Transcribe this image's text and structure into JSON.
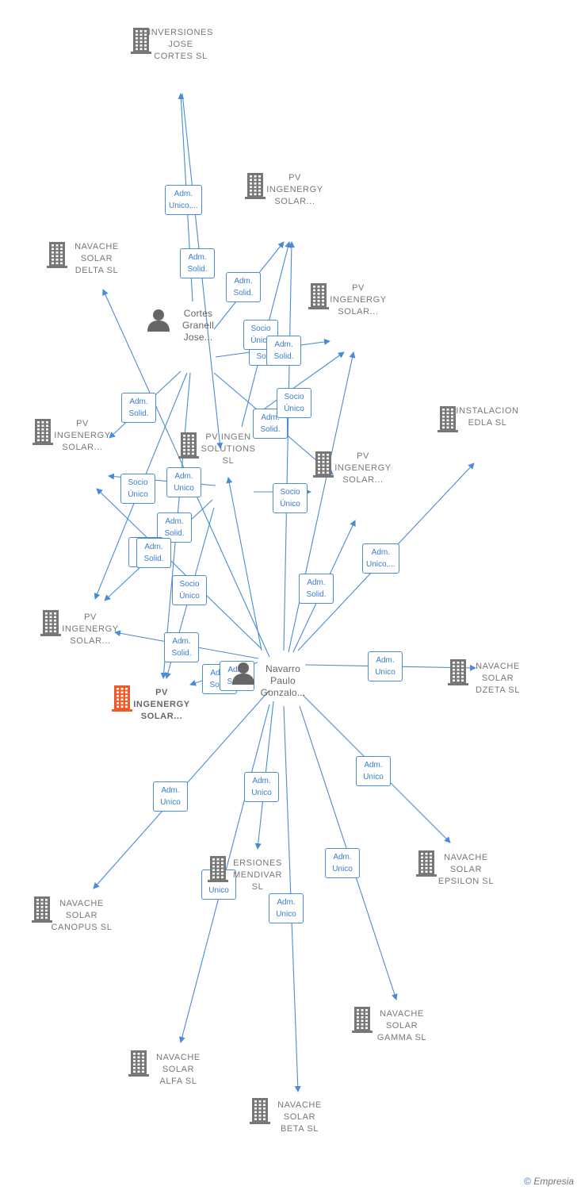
{
  "colors": {
    "edge": "#4a8bd6",
    "company": "#777777",
    "highlight": "#f05a28",
    "person": "#666666"
  },
  "nodes": [
    {
      "id": "inv_jose",
      "type": "company",
      "label": "INVERSIONES\nJOSE\nCORTES  SL",
      "label_pos": "above"
    },
    {
      "id": "pv_top",
      "type": "company",
      "label": "PV\nINGENERGY\nSOLAR...",
      "label_pos": "above"
    },
    {
      "id": "delta",
      "type": "company",
      "label": "NAVACHE\nSOLAR\nDELTA  SL",
      "label_pos": "above"
    },
    {
      "id": "pv_right1",
      "type": "company",
      "label": "PV\nINGENERGY\nSOLAR...",
      "label_pos": "above"
    },
    {
      "id": "cortes",
      "type": "person",
      "label": "Cortes\nGranell\nJose...",
      "label_pos": "above"
    },
    {
      "id": "instalacion",
      "type": "company",
      "label": "INSTALACION\nEDLA  SL",
      "label_pos": "above"
    },
    {
      "id": "pv_left1",
      "type": "company",
      "label": "PV\nINGENERGY\nSOLAR...",
      "label_pos": "above"
    },
    {
      "id": "pv_solutions",
      "type": "company",
      "label": "PV INGEN\nSOLUTIONS\nSL",
      "label_pos": "above"
    },
    {
      "id": "pv_right2",
      "type": "company",
      "label": "PV\nINGENERGY\nSOLAR...",
      "label_pos": "above"
    },
    {
      "id": "pv_left2",
      "type": "company",
      "label": "PV\nINGENERGY\nSOLAR...",
      "label_pos": "below"
    },
    {
      "id": "pv_main",
      "type": "company-highlight",
      "label": "PV\nINGENERGY\nSOLAR...",
      "label_pos": "below"
    },
    {
      "id": "navarro",
      "type": "person",
      "label": "Navarro\nPaulo\nGonzalo...",
      "label_pos": "below"
    },
    {
      "id": "dzeta",
      "type": "company",
      "label": "NAVACHE\nSOLAR\nDZETA  SL",
      "label_pos": "below"
    },
    {
      "id": "epsilon",
      "type": "company",
      "label": "NAVACHE\nSOLAR\nEPSILON  SL",
      "label_pos": "below"
    },
    {
      "id": "canopus",
      "type": "company",
      "label": "NAVACHE\nSOLAR\nCANOPUS  SL",
      "label_pos": "below"
    },
    {
      "id": "mendivar",
      "type": "company",
      "label": "ERSIONES\nMENDIVAR\nSL",
      "label_pos": "below"
    },
    {
      "id": "gamma",
      "type": "company",
      "label": "NAVACHE\nSOLAR\nGAMMA  SL",
      "label_pos": "below"
    },
    {
      "id": "alfa",
      "type": "company",
      "label": "NAVACHE\nSOLAR\nALFA  SL",
      "label_pos": "below"
    },
    {
      "id": "beta",
      "type": "company",
      "label": "NAVACHE\nSOLAR\nBETA  SL",
      "label_pos": "below"
    }
  ],
  "edges": [
    {
      "from": "cortes",
      "to": "inv_jose",
      "label": "Adm.\nSolid."
    },
    {
      "from": "inv_jose",
      "to": "pv_solutions",
      "label": "Adm.\nUnico,..."
    },
    {
      "from": "cortes",
      "to": "pv_top",
      "label": "Adm.\nSolid."
    },
    {
      "from": "cortes",
      "to": "pv_right1",
      "label": "Adm.\nSolid."
    },
    {
      "from": "cortes",
      "to": "pv_left1",
      "label": "Adm.\nSolid."
    },
    {
      "from": "cortes",
      "to": "pv_right2",
      "label": "Adm.\nSolid."
    },
    {
      "from": "cortes",
      "to": "pv_main",
      "label": "Adm.\nSolid."
    },
    {
      "from": "cortes",
      "to": "pv_left2",
      "label": "Adm.\nSolid."
    },
    {
      "from": "pv_solutions",
      "to": "pv_top",
      "label": "Socio\nÚnico"
    },
    {
      "from": "pv_solutions",
      "to": "pv_right1",
      "label": "Socio\nÚnico"
    },
    {
      "from": "pv_solutions",
      "to": "pv_left1",
      "label": "Socio\nÚnico"
    },
    {
      "from": "pv_solutions",
      "to": "pv_right2",
      "label": "Socio\nÚnico"
    },
    {
      "from": "pv_solutions",
      "to": "pv_left2",
      "label": "Socio\nÚnico"
    },
    {
      "from": "pv_solutions",
      "to": "pv_main",
      "label": "Socio\nÚnico"
    },
    {
      "from": "navarro",
      "to": "delta",
      "label": "Adm.\nUnico"
    },
    {
      "from": "navarro",
      "to": "pv_top",
      "label": "Adm.\nSolid."
    },
    {
      "from": "navarro",
      "to": "pv_right1",
      "label": "Adm.\nSolid."
    },
    {
      "from": "navarro",
      "to": "pv_right2",
      "label": "Adm.\nSolid."
    },
    {
      "from": "navarro",
      "to": "pv_left1",
      "label": "Adm.\nSolid."
    },
    {
      "from": "navarro",
      "to": "pv_left2",
      "label": "Adm.\nSolid."
    },
    {
      "from": "navarro",
      "to": "pv_main",
      "label": "Adm.\nSolid."
    },
    {
      "from": "navarro",
      "to": "pv_solutions",
      "label": "Adm.\nSolid."
    },
    {
      "from": "navarro",
      "to": "instalacion",
      "label": "Adm.\nUnico,..."
    },
    {
      "from": "navarro",
      "to": "dzeta",
      "label": "Adm.\nUnico"
    },
    {
      "from": "navarro",
      "to": "epsilon",
      "label": "Adm.\nUnico"
    },
    {
      "from": "navarro",
      "to": "canopus",
      "label": "Adm.\nUnico"
    },
    {
      "from": "navarro",
      "to": "mendivar",
      "label": "Adm.\nUnico"
    },
    {
      "from": "navarro",
      "to": "gamma",
      "label": "Adm.\nUnico"
    },
    {
      "from": "navarro",
      "to": "alfa",
      "label": "Adm.\nUnico"
    },
    {
      "from": "navarro",
      "to": "beta",
      "label": "Adm.\nUnico"
    }
  ],
  "footer": {
    "symbol": "©",
    "brand": "Empresia"
  }
}
